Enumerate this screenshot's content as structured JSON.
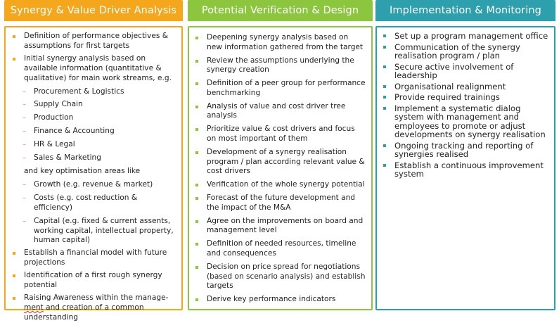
{
  "colors": {
    "orange": "#f4a71d",
    "green": "#8cc63f",
    "teal": "#2e9fad",
    "dash": "#e07b7b"
  },
  "columns": [
    {
      "title": "Synergy & Value Driver Analysis",
      "items": [
        "Definition of performance objectives & assumptions for first targets",
        "Initial synergy analysis based on available information (quantitative & qualitative) for main work streams, e.g."
      ],
      "work_streams": [
        "Procurement & Logistics",
        "Supply Chain",
        "Production",
        "Finance & Accounting",
        "HR & Legal",
        "Sales & Marketing"
      ],
      "optimisation_intro": "and key optimisation areas like",
      "optimisation_areas": [
        "Growth (e.g. revenue & market)",
        "Costs (e.g. cost reduction & efficiency)",
        "Capital (e.g. fixed & current assents, working capital, intellectual property, human capital)"
      ],
      "items_after": [
        "Establish a financial model with future projections",
        "Identification of a first rough synergy potential"
      ],
      "last_item_a": "Raising Awareness within the manage-",
      "last_item_b": "ment",
      "last_item_c": " and creation of a common understanding"
    },
    {
      "title": "Potential Verification & Design",
      "items": [
        "Deepening synergy analysis based on new information gathered from the target",
        "Review the assumptions underlying the synergy creation",
        "Definition of a peer group for performance benchmarking",
        "Analysis of value and cost driver tree analysis",
        "Prioritize value & cost drivers and focus on most important of them",
        "Development of a synergy realisation program / plan according relevant value & cost drivers",
        "Verification of the whole synergy potential",
        "Forecast of the future development and the impact of the M&A",
        "Agree on the improvements on board and management level",
        "Definition of needed resources, timeline and consequences",
        "Decision on price spread for negotiations (based on scenario analysis) and establish targets",
        "Derive key performance indicators"
      ]
    },
    {
      "title": "Implementation & Monitoring",
      "items": [
        "Set up a program management office",
        "Communication of the synergy realisation program / plan",
        "Secure active involvement of leadership",
        "Organisational realignment",
        "Provide required trainings",
        "Implement a systematic dialog system with management and employees to promote or adjust developments on synergy realisation",
        "Ongoing tracking and reporting of synergies realised",
        "Establish a continuous improvement system"
      ]
    }
  ]
}
